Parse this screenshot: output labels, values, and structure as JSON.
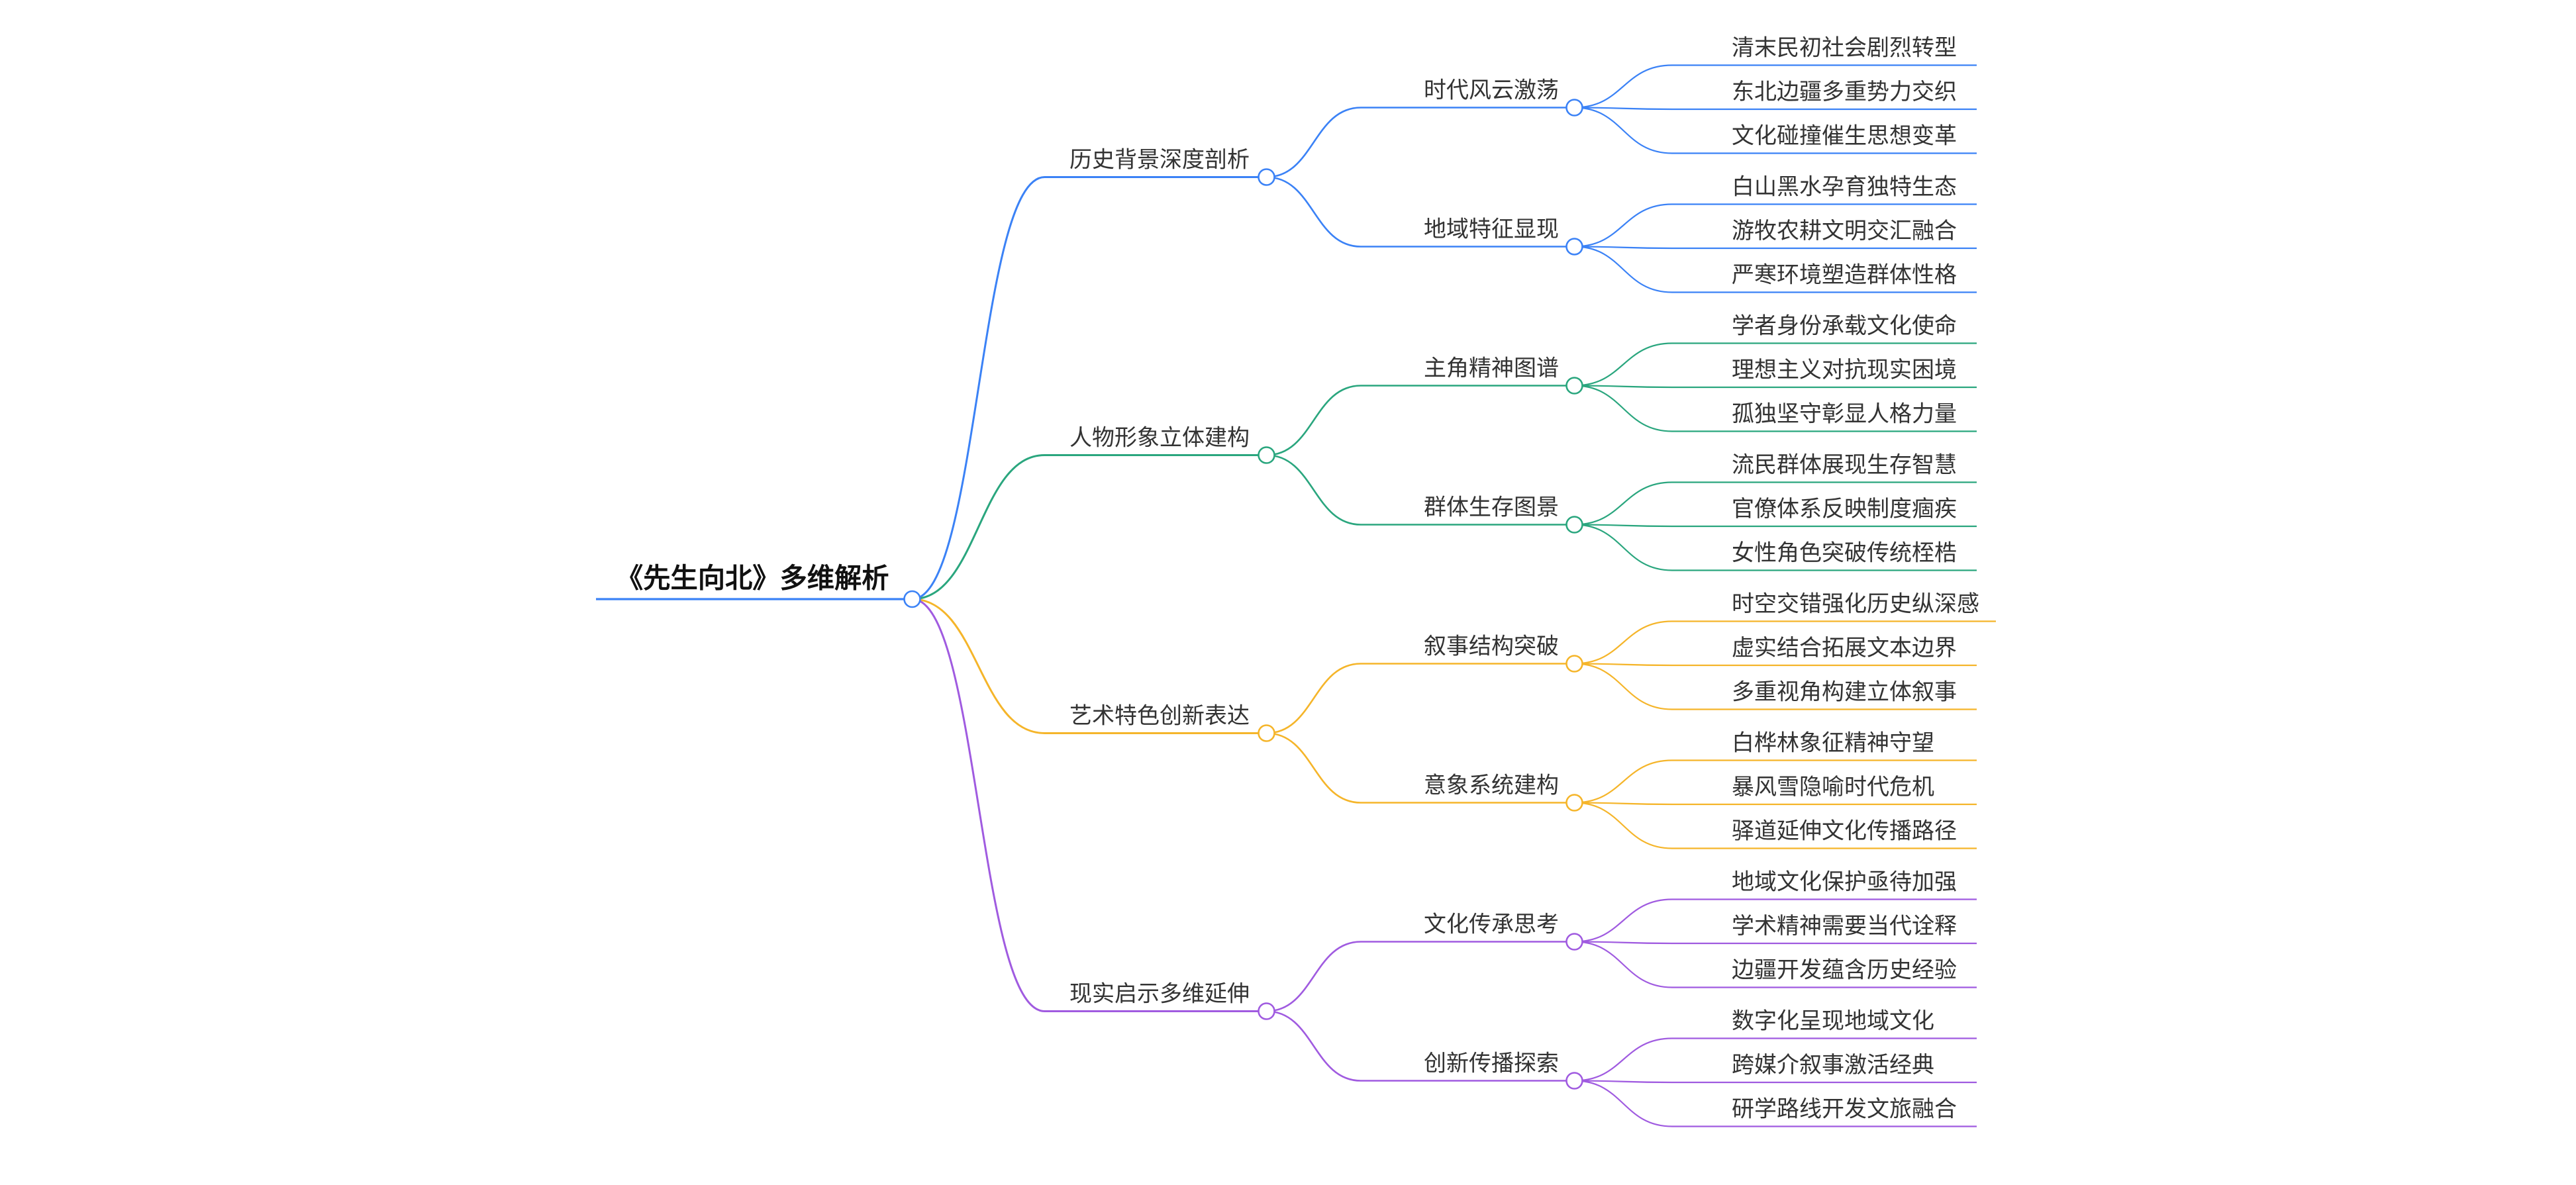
{
  "root": {
    "label": "《先生向北》多维解析",
    "color": "#3b82f6"
  },
  "branches": [
    {
      "label": "历史背景深度剖析",
      "color": "#3b82f6",
      "children": [
        {
          "label": "时代风云激荡",
          "children": [
            "清末民初社会剧烈转型",
            "东北边疆多重势力交织",
            "文化碰撞催生思想变革"
          ]
        },
        {
          "label": "地域特征显现",
          "children": [
            "白山黑水孕育独特生态",
            "游牧农耕文明交汇融合",
            "严寒环境塑造群体性格"
          ]
        }
      ]
    },
    {
      "label": "人物形象立体建构",
      "color": "#2aa67e",
      "children": [
        {
          "label": "主角精神图谱",
          "children": [
            "学者身份承载文化使命",
            "理想主义对抗现实困境",
            "孤独坚守彰显人格力量"
          ]
        },
        {
          "label": "群体生存图景",
          "children": [
            "流民群体展现生存智慧",
            "官僚体系反映制度痼疾",
            "女性角色突破传统桎梏"
          ]
        }
      ]
    },
    {
      "label": "艺术特色创新表达",
      "color": "#f5b52a",
      "children": [
        {
          "label": "叙事结构突破",
          "children": [
            "时空交错强化历史纵深感",
            "虚实结合拓展文本边界",
            "多重视角构建立体叙事"
          ]
        },
        {
          "label": "意象系统建构",
          "children": [
            "白桦林象征精神守望",
            "暴风雪隐喻时代危机",
            "驿道延伸文化传播路径"
          ]
        }
      ]
    },
    {
      "label": "现实启示多维延伸",
      "color": "#a05be0",
      "children": [
        {
          "label": "文化传承思考",
          "children": [
            "地域文化保护亟待加强",
            "学术精神需要当代诠释",
            "边疆开发蕴含历史经验"
          ]
        },
        {
          "label": "创新传播探索",
          "children": [
            "数字化呈现地域文化",
            "跨媒介叙事激活经典",
            "研学路线开发文旅融合"
          ]
        }
      ]
    }
  ]
}
